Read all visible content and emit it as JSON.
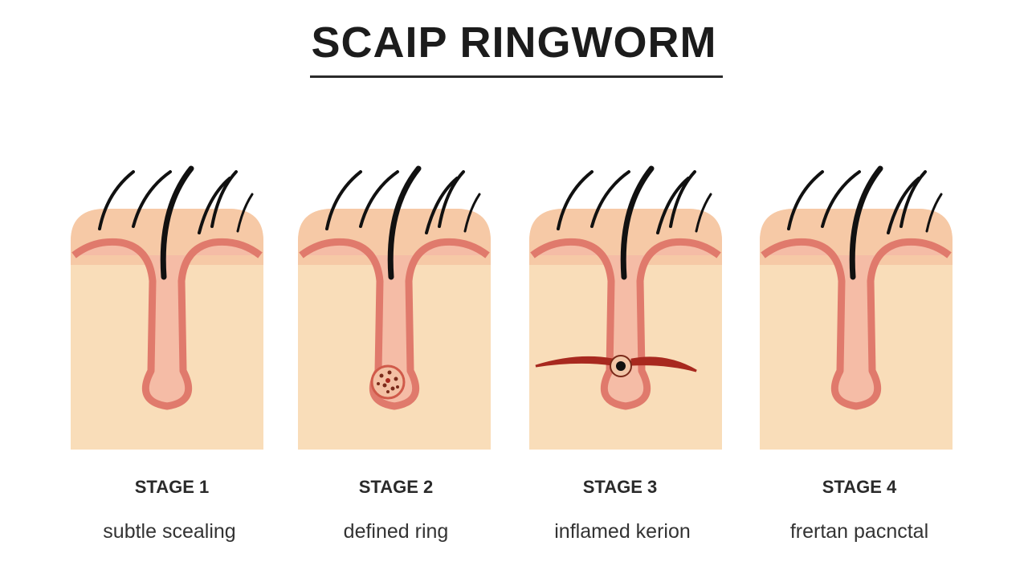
{
  "title": "SCAIP RINGWORM",
  "colors": {
    "skin": "#f9ddb9",
    "skin_top": "#f6c9a6",
    "follicle_outline": "#e07a6c",
    "follicle_fill": "#f5bca6",
    "hair": "#111111",
    "lesion": "#a8291f"
  },
  "stages": [
    {
      "label": "STAGE 1",
      "description": "subtle scealing",
      "marker": "none"
    },
    {
      "label": "STAGE 2",
      "description": "defined ring",
      "marker": "spotted-bulb"
    },
    {
      "label": "STAGE 3",
      "description": "inflamed kerion",
      "marker": "dark-core-streak"
    },
    {
      "label": "STAGE 4",
      "description": "frertan pacnctal",
      "marker": "none"
    }
  ]
}
